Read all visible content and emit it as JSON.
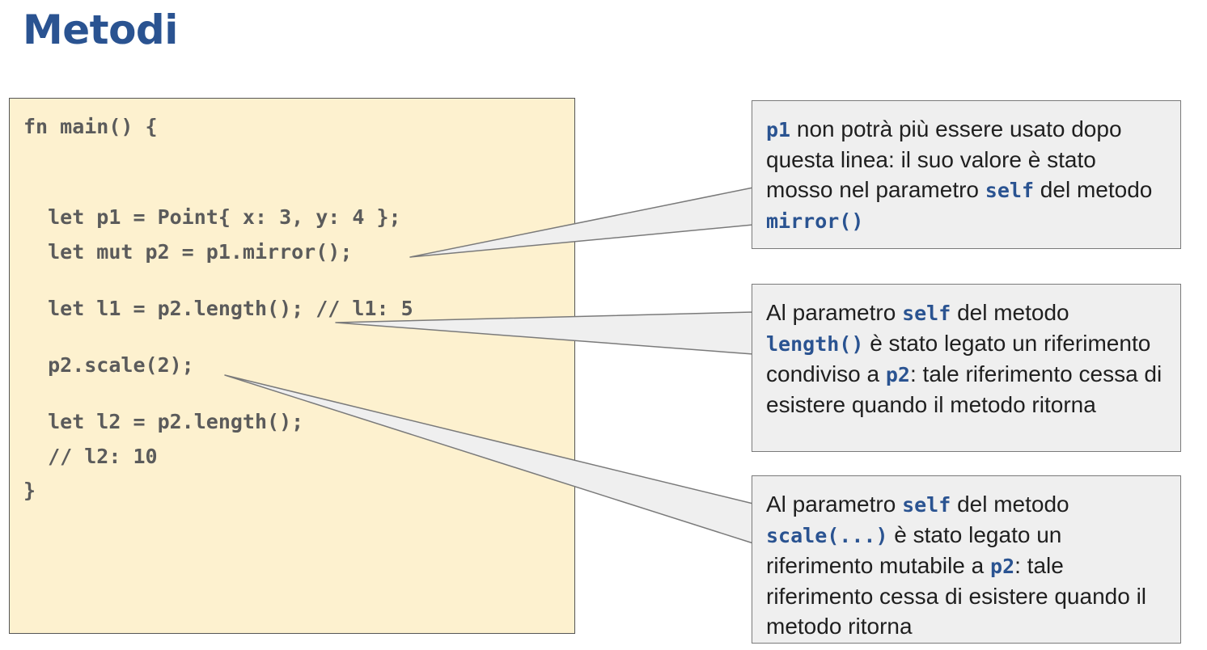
{
  "title": "Metodi",
  "code": {
    "lines": [
      "fn main() {",
      "  let p1 = Point{ x: 3, y: 4 };",
      "  let mut p2 = p1.mirror();",
      "  let l1 = p2.length(); // l1: 5",
      "  p2.scale(2);",
      "  let l2 = p2.length();",
      "  // l2: 10",
      "}"
    ]
  },
  "callouts": [
    {
      "parts": [
        "p1",
        " non potrà più essere usato dopo questa linea: il suo valore è stato mosso nel parametro ",
        "self",
        " del metodo ",
        "mirror()"
      ]
    },
    {
      "parts": [
        "Al parametro ",
        "self",
        " del metodo ",
        "length()",
        " è stato legato un riferimento condiviso a ",
        "p2",
        ": tale riferimento cessa di esistere quando il metodo ritorna"
      ]
    },
    {
      "parts": [
        "Al parametro ",
        "self",
        " del metodo ",
        "scale(...)",
        " è stato legato un riferimento mutabile a ",
        "p2",
        ": tale riferimento cessa di esistere quando il metodo ritorna"
      ]
    }
  ],
  "colors": {
    "title": "#2a5391",
    "code_background": "#fdf1cf",
    "code_text": "#5b5b5b",
    "callout_background": "#efefef",
    "callout_code": "#2a5391"
  }
}
